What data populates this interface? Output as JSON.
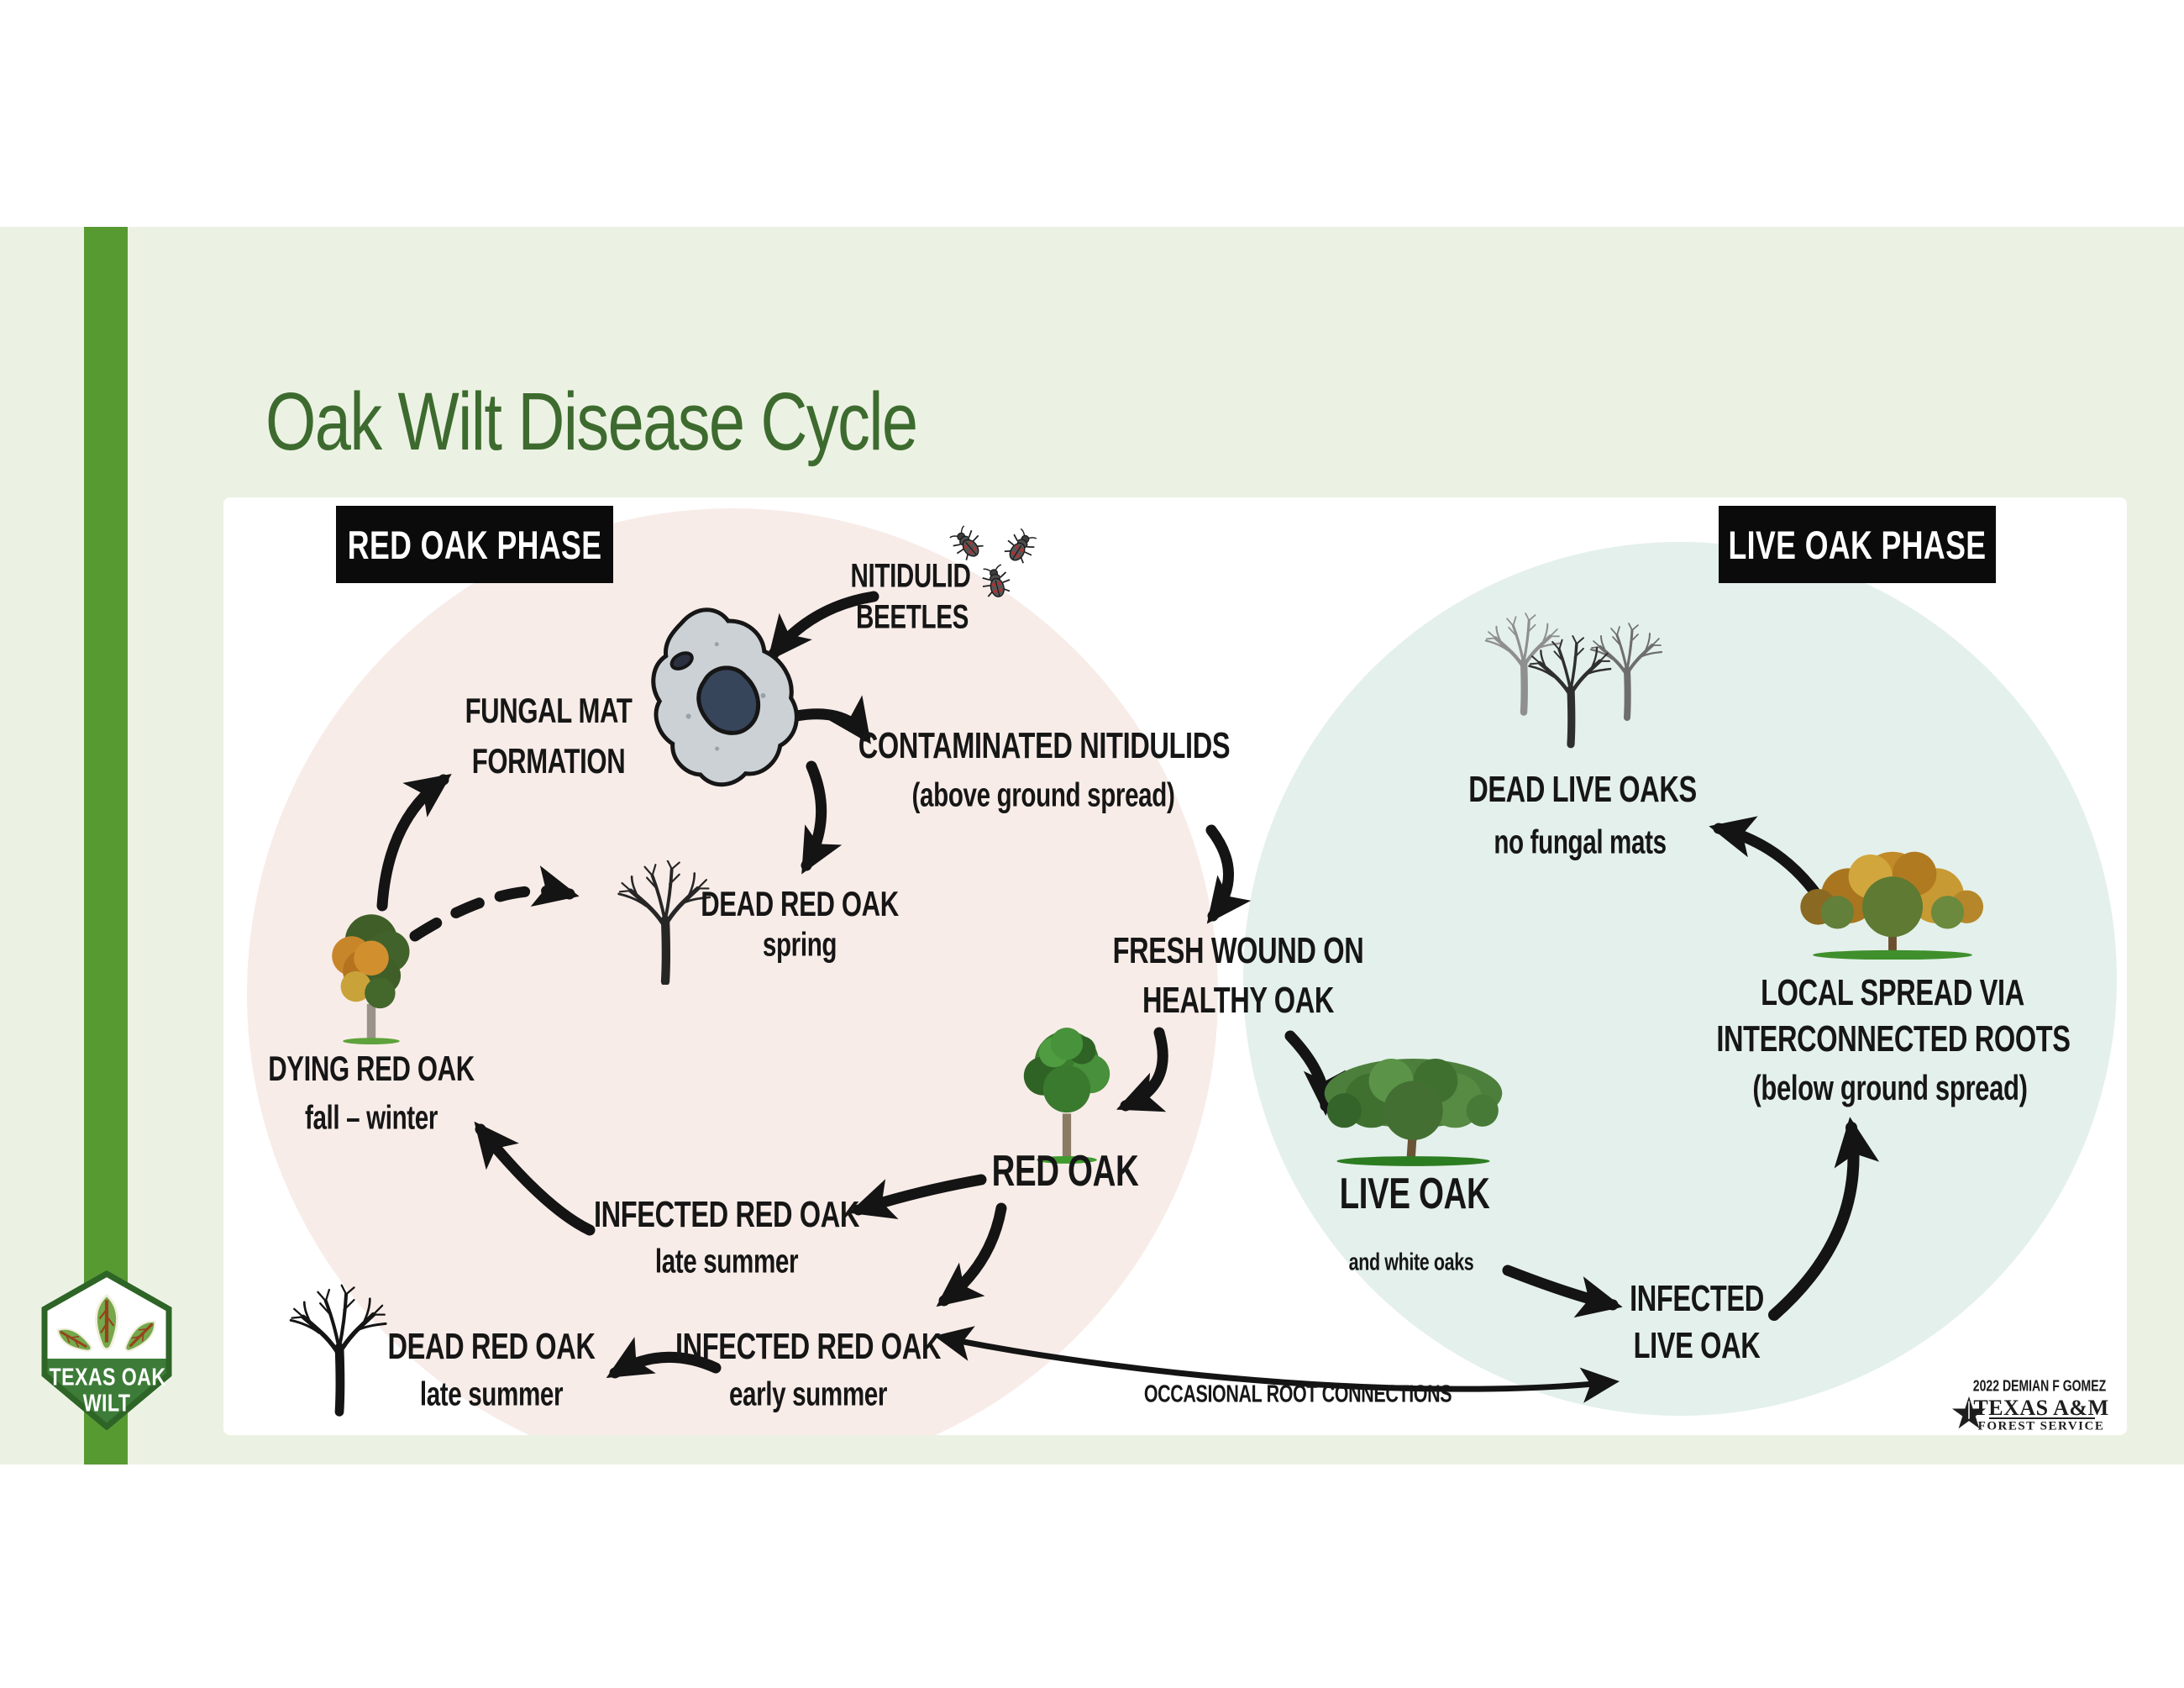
{
  "title": "Oak Wilt Disease Cycle",
  "phase_labels": {
    "red": "RED OAK PHASE",
    "live": "LIVE OAK PHASE"
  },
  "nodes": {
    "nitidulid_beetles": {
      "line1": "NITIDULID",
      "line2": "BEETLES"
    },
    "fungal_mat_formation": {
      "line1": "FUNGAL MAT",
      "line2": "FORMATION"
    },
    "contaminated_nitidulids": {
      "line1": "CONTAMINATED NITIDULIDS",
      "line2": "(above ground spread)"
    },
    "dead_red_oak_spring": {
      "line1": "DEAD RED OAK",
      "line2": "spring"
    },
    "dying_red_oak": {
      "line1": "DYING RED OAK",
      "line2": "fall – winter"
    },
    "fresh_wound": {
      "line1": "FRESH WOUND ON",
      "line2": "HEALTHY OAK"
    },
    "red_oak": {
      "line1": "RED OAK"
    },
    "live_oak": {
      "line1": "LIVE OAK",
      "line2": "and white oaks"
    },
    "infected_red_oak_late_summer": {
      "line1": "INFECTED RED OAK",
      "line2": "late summer"
    },
    "dead_red_oak_late_summer": {
      "line1": "DEAD RED OAK",
      "line2": "late summer"
    },
    "infected_red_oak_early_summer": {
      "line1": "INFECTED RED OAK",
      "line2": "early summer"
    },
    "occasional_root_connections": {
      "line1": "OCCASIONAL ROOT CONNECTIONS"
    },
    "infected_live_oak": {
      "line1": "INFECTED",
      "line2": "LIVE OAK"
    },
    "local_spread": {
      "line1": "LOCAL SPREAD VIA",
      "line2": "INTERCONNECTED ROOTS",
      "line3": "(below ground spread)"
    },
    "dead_live_oaks": {
      "line1": "DEAD LIVE OAKS",
      "line2": "no fungal mats"
    }
  },
  "badge": {
    "line1": "TEXAS OAK",
    "line2": "WILT"
  },
  "credit": {
    "author": "2022 DEMIAN F GOMEZ",
    "org_line1": "TEXAS A&M",
    "org_line2": "FOREST SERVICE"
  },
  "colors": {
    "title_green": "#3D6B2F",
    "stripe_green": "#579A32",
    "band_green": "#ECF2E3",
    "red_phase_circle": "#F8ECE8",
    "live_phase_circle": "#E4F0EB",
    "phase_box_black": "#0B0B0B",
    "label_black": "#161616",
    "badge_green": "#3D7C38"
  }
}
